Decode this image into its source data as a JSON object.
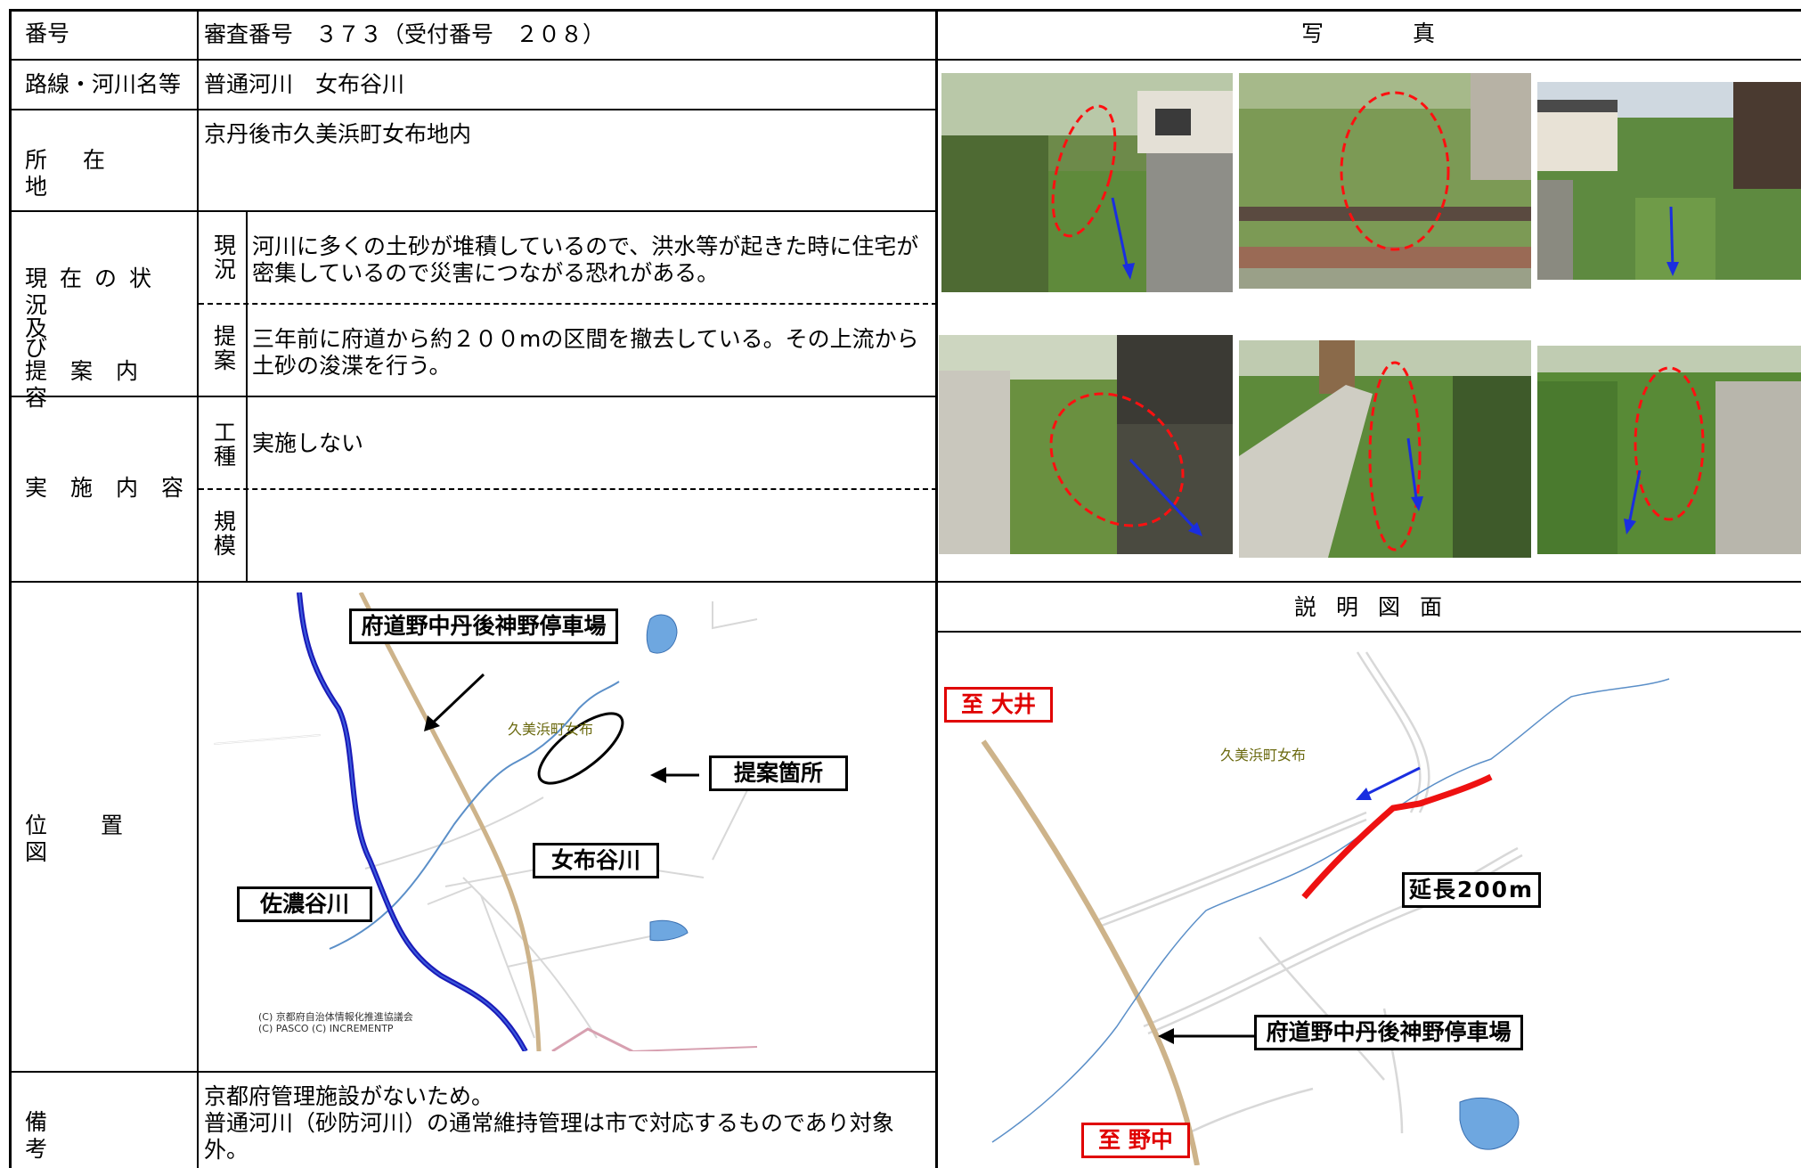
{
  "header": {
    "number_label": "番号",
    "number_value": "審査番号　３７３（受付番号　２０８）",
    "photo_title": "写真"
  },
  "route": {
    "label": "路線・河川名等",
    "value": "普通河川　女布谷川"
  },
  "location": {
    "label": "所在地",
    "value": "京丹後市久美浜町女布地内"
  },
  "situation": {
    "label_line1": "現在の状況",
    "label_line2": "及び",
    "label_line3": "提案内容",
    "current_label": "現況",
    "current_text": "河川に多くの土砂が堆積しているので、洪水等が起きた時に住宅が\n密集しているので災害につながる恐れがある。",
    "proposal_label": "提案",
    "proposal_text": "三年前に府道から約２００mの区間を撤去している。その上流から\n土砂の浚渫を行う。"
  },
  "implementation": {
    "label": "実施内容",
    "work_label": "工種",
    "work_value": "実施しない",
    "scale_label": "規模",
    "scale_value": ""
  },
  "position_map": {
    "label": "位置図",
    "parking_label": "府道野中丹後神野停車場",
    "area_label": "久美浜町女布",
    "proposal_site_label": "提案箇所",
    "river_label": "女布谷川",
    "other_river_label": "佐濃谷川",
    "copyright_line1": "(C) 京都府自治体情報化推進協議会",
    "copyright_line2": "(C) PASCO (C) INCREMENTP"
  },
  "explanation_map": {
    "title": "説明図面",
    "to_oi": "至 大井",
    "to_nonaka": "至 野中",
    "area_label": "久美浜町女布",
    "length_label": "延長200m",
    "parking_label": "府道野中丹後神野停車場"
  },
  "remarks": {
    "label": "備考",
    "text": "京都府管理施設がないため。\n普通河川（砂防河川）の通常維持管理は市で対応するものであり対象\n外。"
  },
  "photos": [
    {
      "name": "photo-1"
    },
    {
      "name": "photo-2"
    },
    {
      "name": "photo-3"
    },
    {
      "name": "photo-4"
    },
    {
      "name": "photo-5"
    },
    {
      "name": "photo-6"
    }
  ],
  "colors": {
    "river_blue": "#1f3fd0",
    "road_tan": "#cdb38a",
    "highlight_red": "#ee1111",
    "arrow_blue": "#1a2ee0",
    "map_text": "#6b6a10"
  }
}
